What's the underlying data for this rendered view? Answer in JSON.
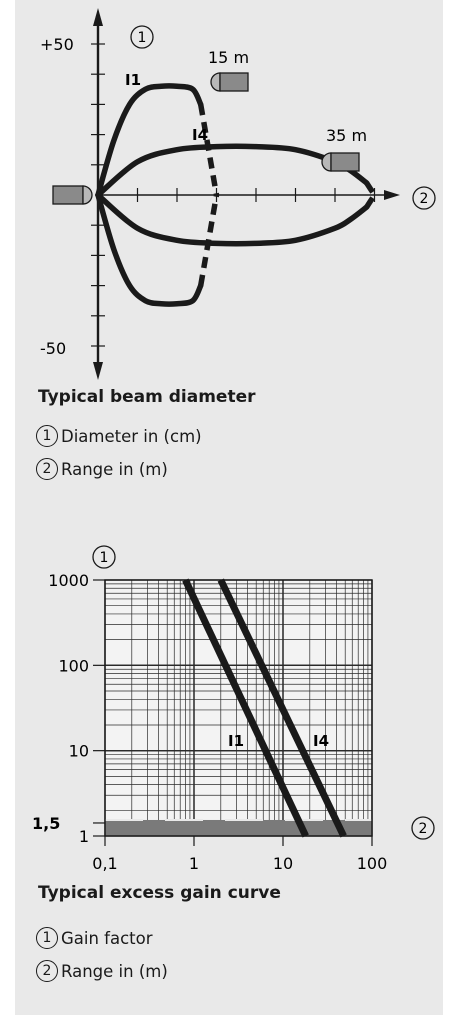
{
  "chart_data": [
    {
      "type": "line",
      "title": "Typical beam diameter",
      "ylabel": "Diameter in (cm)",
      "xlabel": "Range in (m)",
      "axis_markers": {
        "y": "1",
        "x": "2"
      },
      "ylim": [
        -50,
        50
      ],
      "y_tick_labels": [
        "+50",
        "-50"
      ],
      "series": [
        {
          "name": "I1",
          "range_m": 15,
          "range_label": "15 m",
          "x": [
            0,
            2,
            4,
            6,
            8,
            10,
            12,
            13,
            14,
            15
          ],
          "y": [
            0,
            18,
            30,
            35,
            36,
            36,
            35,
            30,
            15,
            0
          ]
        },
        {
          "name": "I4",
          "range_m": 35,
          "range_label": "35 m",
          "x": [
            0,
            5,
            10,
            15,
            20,
            25,
            30,
            32,
            34,
            35
          ],
          "y": [
            0,
            11,
            15,
            16,
            16,
            15,
            11,
            8,
            4,
            0
          ]
        }
      ]
    },
    {
      "type": "line",
      "title": "Typical excess gain curve",
      "ylabel": "Gain factor",
      "xlabel": "Range in (m)",
      "axis_markers": {
        "y": "1",
        "x": "2"
      },
      "x_scale": "log",
      "y_scale": "log",
      "xlim": [
        0.1,
        100
      ],
      "ylim": [
        1,
        1000
      ],
      "x_tick_labels": [
        "0,1",
        "1",
        "10",
        "100"
      ],
      "y_tick_labels": [
        "1000",
        "100",
        "10",
        "1"
      ],
      "threshold": {
        "label": "1,5",
        "value": 1.5
      },
      "series": [
        {
          "name": "I1",
          "x": [
            0.8,
            18
          ],
          "y": [
            1000,
            1
          ]
        },
        {
          "name": "I4",
          "x": [
            2.0,
            48
          ],
          "y": [
            1000,
            1
          ]
        }
      ]
    }
  ],
  "legend1": {
    "num1": "1",
    "text1": "Diameter in (cm)",
    "num2": "2",
    "text2": "Range in (m)"
  },
  "legend2": {
    "num1": "1",
    "text1": "Gain factor",
    "num2": "2",
    "text2": "Range in (m)"
  },
  "colors": {
    "panel": "#e9e9e9",
    "curve": "#1a1a1a",
    "sensor": "#8a8a8a",
    "threshold_band": "#7a7a7a"
  }
}
